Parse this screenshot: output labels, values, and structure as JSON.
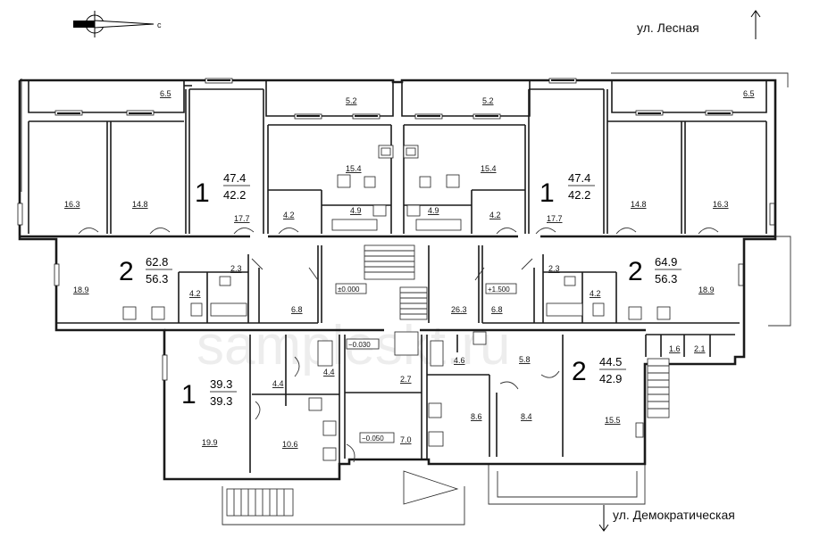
{
  "compass": {
    "label": "с"
  },
  "streets": {
    "top": "ул. Лесная",
    "bottom": "ул. Демократическая"
  },
  "watermark": "sampleskt.ru",
  "apartments": [
    {
      "id": "apt-top-left",
      "rooms": "1",
      "total": "47.4",
      "living": "42.2"
    },
    {
      "id": "apt-top-right",
      "rooms": "1",
      "total": "47.4",
      "living": "42.2"
    },
    {
      "id": "apt-mid-left",
      "rooms": "2",
      "total": "62.8",
      "living": "56.3"
    },
    {
      "id": "apt-mid-right",
      "rooms": "2",
      "total": "64.9",
      "living": "56.3"
    },
    {
      "id": "apt-bottom-left",
      "rooms": "1",
      "total": "39.3",
      "living": "39.3"
    },
    {
      "id": "apt-bottom-right",
      "rooms": "2",
      "total": "44.5",
      "living": "42.9"
    }
  ],
  "room_areas": {
    "balcony_tl": "6.5",
    "balcony_tc1": "5.2",
    "balcony_tc2": "5.2",
    "balcony_tr": "6.5",
    "room_tl_a": "16.3",
    "room_tl_b": "14.8",
    "room_tl_c": "17.7",
    "kitchen_tl": "15.4",
    "hall_tl": "4.2",
    "bath_tl": "4.9",
    "kitchen_tr": "15.4",
    "bath_tr": "4.9",
    "hall_tr": "4.2",
    "room_tr_c": "17.7",
    "room_tr_b": "14.8",
    "room_tr_a": "16.3",
    "room_ml": "18.9",
    "wc_ml": "2.3",
    "bath_ml": "4.2",
    "hall_ml": "6.8",
    "stair_hall": "26.3",
    "hall_mr": "6.8",
    "wc_mr": "2.3",
    "bath_mr": "4.2",
    "room_mr": "18.9",
    "hall_bl_a": "4.4",
    "hall_bl_b": "4.4",
    "room_bl": "19.9",
    "kitchen_bl": "10.6",
    "corr_a": "2.7",
    "corr_b": "7.0",
    "bath_br": "4.6",
    "hall_br": "5.8",
    "kitchen_br": "8.6",
    "room_br_a": "8.4",
    "room_br_b": "15.5",
    "closet_br_a": "1.6",
    "closet_br_b": "2.1"
  },
  "levels": {
    "lv1": "±0.000",
    "lv2": "+1.500",
    "lv3": "−0.030",
    "lv4": "−0.050"
  }
}
